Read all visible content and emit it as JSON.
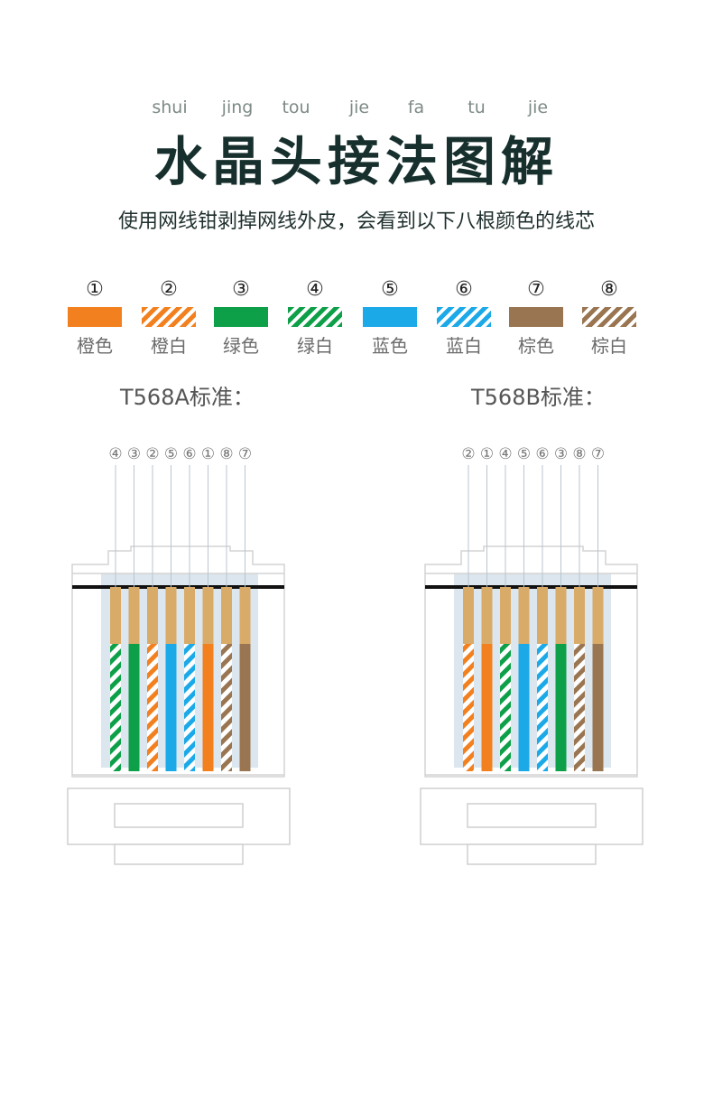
{
  "pinyin": [
    "shui",
    "jing",
    "tou",
    "jie",
    "fa",
    "tu",
    "jie"
  ],
  "title": "水晶头接法图解",
  "subtitle": "使用网线钳剥掉网线外皮，会看到以下八根颜色的线芯",
  "legend": [
    {
      "num": "①",
      "label": "橙色",
      "color": "#f2801f",
      "striped": false
    },
    {
      "num": "②",
      "label": "橙白",
      "color": "#f2801f",
      "striped": true
    },
    {
      "num": "③",
      "label": "绿色",
      "color": "#0e9f49",
      "striped": false
    },
    {
      "num": "④",
      "label": "绿白",
      "color": "#0e9f49",
      "striped": true
    },
    {
      "num": "⑤",
      "label": "蓝色",
      "color": "#1ba9e8",
      "striped": false
    },
    {
      "num": "⑥",
      "label": "蓝白",
      "color": "#1ba9e8",
      "striped": true
    },
    {
      "num": "⑦",
      "label": "棕色",
      "color": "#9a7551",
      "striped": false
    },
    {
      "num": "⑧",
      "label": "棕白",
      "color": "#9a7551",
      "striped": true
    }
  ],
  "standards": [
    {
      "title": "T568A标准：",
      "order": [
        "④",
        "③",
        "②",
        "⑤",
        "⑥",
        "①",
        "⑧",
        "⑦"
      ],
      "wires": [
        4,
        3,
        2,
        5,
        6,
        1,
        8,
        7
      ]
    },
    {
      "title": "T568B标准：",
      "order": [
        "②",
        "①",
        "④",
        "⑤",
        "⑥",
        "③",
        "⑧",
        "⑦"
      ],
      "wires": [
        2,
        1,
        4,
        5,
        6,
        3,
        8,
        7
      ]
    }
  ]
}
